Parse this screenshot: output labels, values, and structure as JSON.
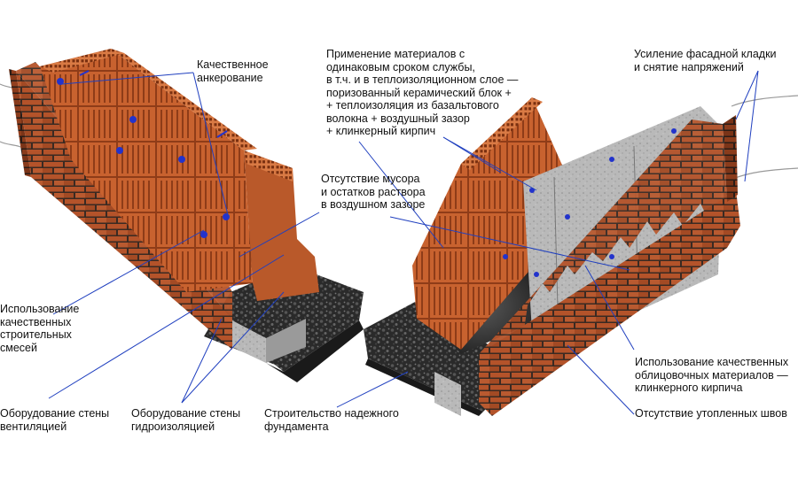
{
  "colors": {
    "brick": "#b4532a",
    "brick_dark": "#6e2b14",
    "mortar": "#3a2a22",
    "ceramic": "#c8622f",
    "ceramic_dark": "#8f3c18",
    "insulation": "#b9b9b9",
    "foundation": "#2a2a2a",
    "leader_line": "#1f3fbf",
    "anchor": "#2233cc"
  },
  "labels": {
    "anchoring": "Качественное\nанкерование",
    "materials_lifetime": "Применение материалов с\nодинаковым сроком службы,\nв т.ч. и в теплоизоляционном слое —\nпоризованный керамический блок +\n+ теплоизоляция из базальтового\nволокна + воздушный зазор\n+ клинкерный кирпич",
    "facade_reinforcement": "Усиление фасадной кладки\nи снятие напряжений",
    "no_debris": "Отсутствие мусора\nи остатков раствора\nв воздушном зазоре",
    "quality_mixes": "Использование\nкачественных\nстроительных\nсмесей",
    "ventilation": "Оборудование стены\nвентиляцией",
    "waterproofing": "Оборудование стены\nгидроизоляцией",
    "foundation": "Строительство надежного\nфундамента",
    "facing_materials": "Использование качественных\nоблицовочных материалов —\nклинкерного кирпича",
    "no_recessed_joints": "Отсутствие утопленных швов"
  }
}
